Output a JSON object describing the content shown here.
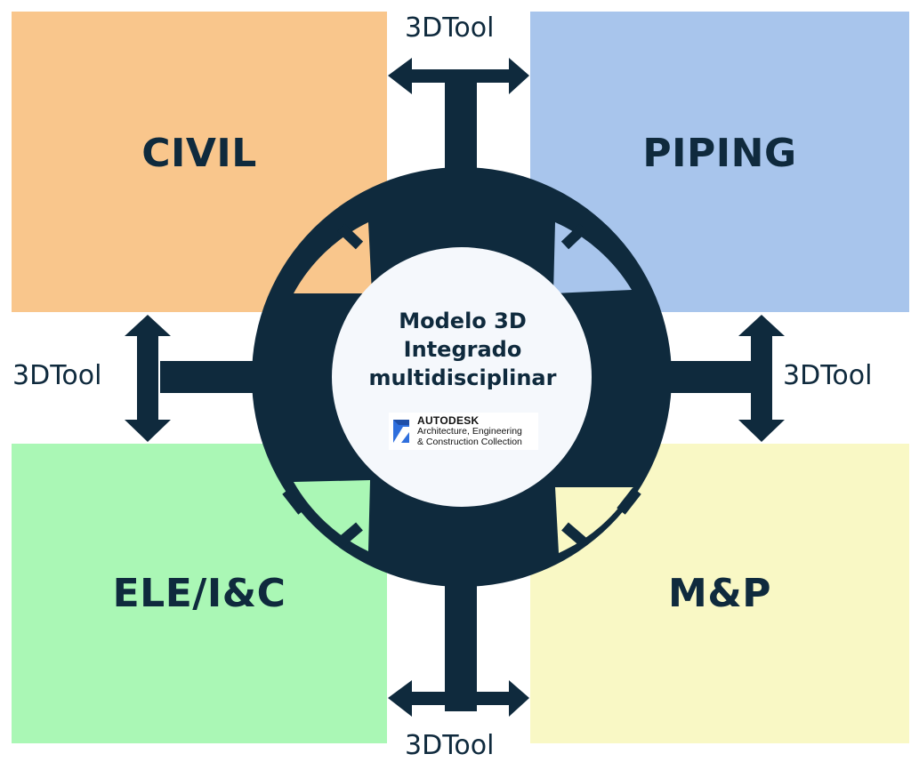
{
  "quadrants": {
    "civil": "CIVIL",
    "piping": "PIPING",
    "ele": "ELE/I&C",
    "mp": "M&P"
  },
  "connectors": {
    "top": "3DTool",
    "bottom": "3DTool",
    "left": "3DTool",
    "right": "3DTool"
  },
  "center": {
    "line1": "Modelo 3D",
    "line2": "Integrado",
    "line3": "multidisciplinar"
  },
  "logo": {
    "brand": "AUTODESK",
    "line1": "Architecture, Engineering",
    "line2": "& Construction Collection",
    "icon": "autodesk-logo-icon"
  },
  "colors": {
    "civil": "#f9c68c",
    "piping": "#a8c5ec",
    "ele": "#aaf7b5",
    "mp": "#f9f8c5",
    "hub": "#0f2a3d",
    "center": "#f5f8fc"
  }
}
